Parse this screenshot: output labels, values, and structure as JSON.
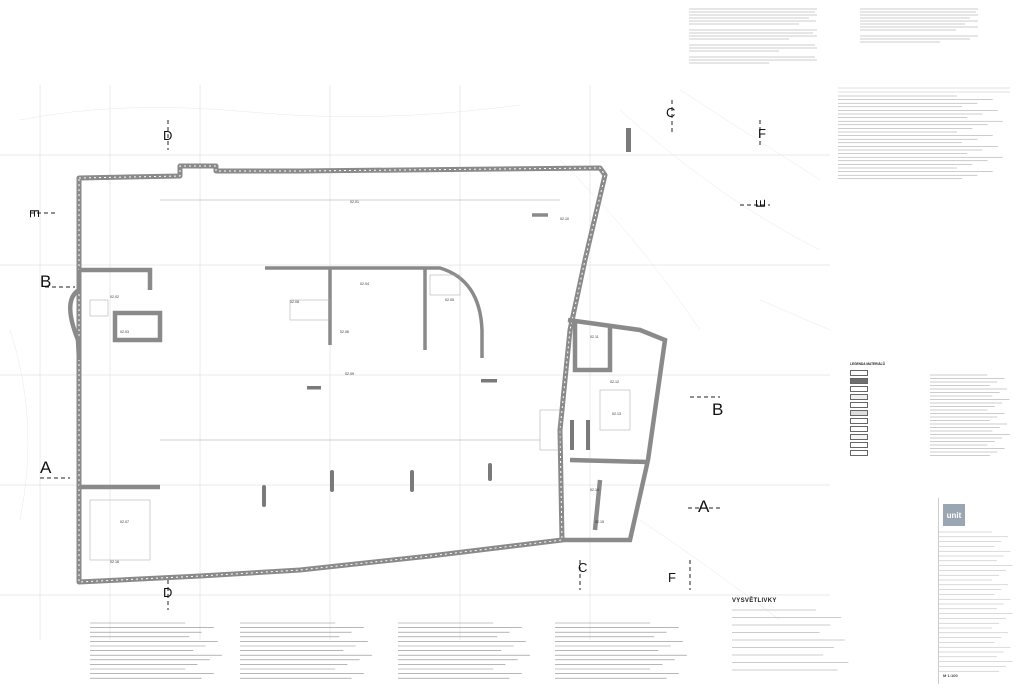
{
  "section_markers": {
    "a_left": "A",
    "a_right": "A",
    "b_left": "B",
    "b_right": "B",
    "c_top": "C",
    "c_bottom": "C",
    "d_top": "D",
    "d_bottom": "D",
    "e_left": "E",
    "e_right": "E",
    "f_top": "F",
    "f_bottom": "F"
  },
  "legend": {
    "title": "LEGENDA MATERIÁLŮ"
  },
  "explanations": {
    "title": "VYSVĚTLIVKY"
  },
  "title_block": {
    "logo": "unit",
    "scale": "M 1:100"
  },
  "room_labels": [
    "02.01",
    "02.02",
    "02.03",
    "02.04",
    "02.05",
    "02.06",
    "02.07",
    "02.08",
    "02.09",
    "02.10",
    "02.11",
    "02.12",
    "02.13",
    "02.14",
    "02.15",
    "02.16"
  ],
  "colors": {
    "wall": "#8a8a8a",
    "grid": "#c8c8c8",
    "text": "#222222"
  }
}
